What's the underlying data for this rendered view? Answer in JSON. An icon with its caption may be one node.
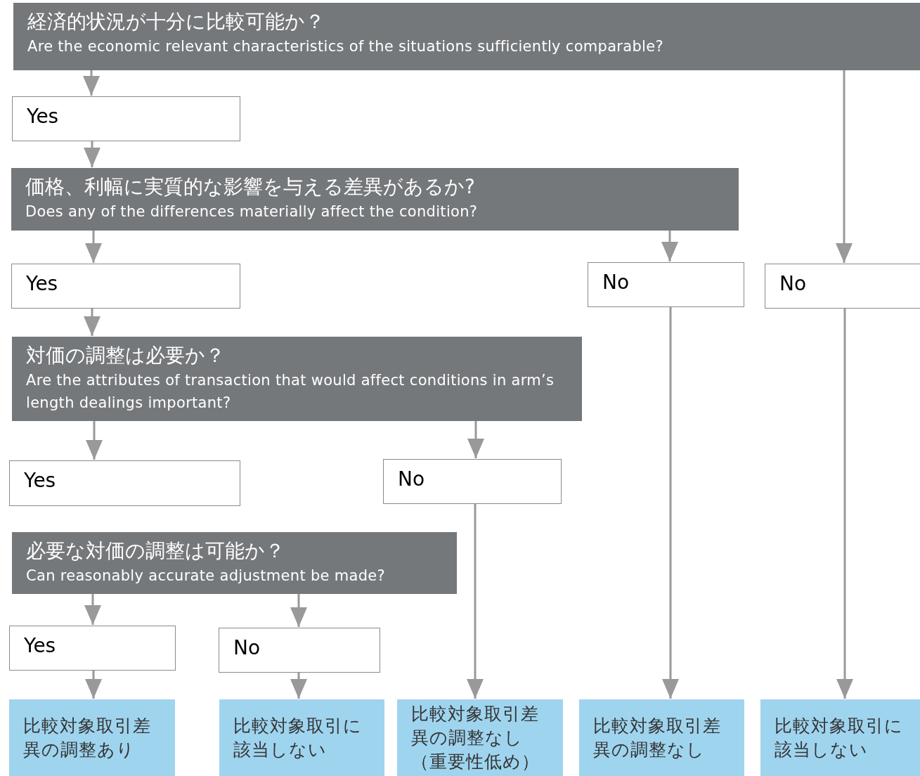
{
  "diagram": {
    "nodes": [
      {
        "text": [
          "経済的状況が十分に比較可能か？",
          "Are the economic relevant characteristics of the situations sufficiently comparable?"
        ]
      },
      {
        "text": [
          "Yes"
        ]
      },
      {
        "text": [
          "価格、利幅に実質的な影響を与える差異があるか?",
          "Does any of the differences materially affect the condition?"
        ]
      },
      {
        "text": [
          "Yes"
        ]
      },
      {
        "text": [
          "No"
        ]
      },
      {
        "text": [
          "No"
        ]
      },
      {
        "text": [
          "対価の調整は必要か？",
          "Are the attributes of transaction that would affect conditions in arm’s length dealings important?"
        ]
      },
      {
        "text": [
          "Yes"
        ]
      },
      {
        "text": [
          "No"
        ]
      },
      {
        "text": [
          "必要な対価の調整は可能か？",
          "Can reasonably accurate adjustment be made?"
        ]
      },
      {
        "text": [
          "Yes"
        ]
      },
      {
        "text": [
          "No"
        ]
      },
      {
        "text": [
          "比較対象取引差異の調整あり"
        ]
      },
      {
        "text": [
          "比較対象取引に該当しない"
        ]
      },
      {
        "text": [
          "比較対象取引差異の調整なし（重要性低め）"
        ]
      },
      {
        "text": [
          "比較対象取引差異の調整なし"
        ]
      },
      {
        "text": [
          "比較対象取引に該当しない"
        ]
      }
    ],
    "edges": [
      {
        "from": 0,
        "to": 1,
        "arrow": "to"
      },
      {
        "from": 1,
        "to": 2,
        "arrow": "to"
      },
      {
        "from": 0,
        "to": 5,
        "arrow": "to"
      },
      {
        "from": 2,
        "to": 3,
        "arrow": "to"
      },
      {
        "from": 2,
        "to": 4,
        "arrow": "to"
      },
      {
        "from": 3,
        "to": 6,
        "arrow": "to"
      },
      {
        "from": 6,
        "to": 7,
        "arrow": "to"
      },
      {
        "from": 6,
        "to": 8,
        "arrow": "to"
      },
      {
        "from": 9,
        "to": 10,
        "arrow": "to"
      },
      {
        "from": 9,
        "to": 11,
        "arrow": "to"
      },
      {
        "from": 10,
        "to": 12,
        "arrow": "to"
      },
      {
        "from": 11,
        "to": 13,
        "arrow": "to"
      },
      {
        "from": 8,
        "to": 14,
        "arrow": "to"
      },
      {
        "from": 4,
        "to": 15,
        "arrow": "to"
      },
      {
        "from": 5,
        "to": 16,
        "arrow": "to"
      }
    ]
  }
}
